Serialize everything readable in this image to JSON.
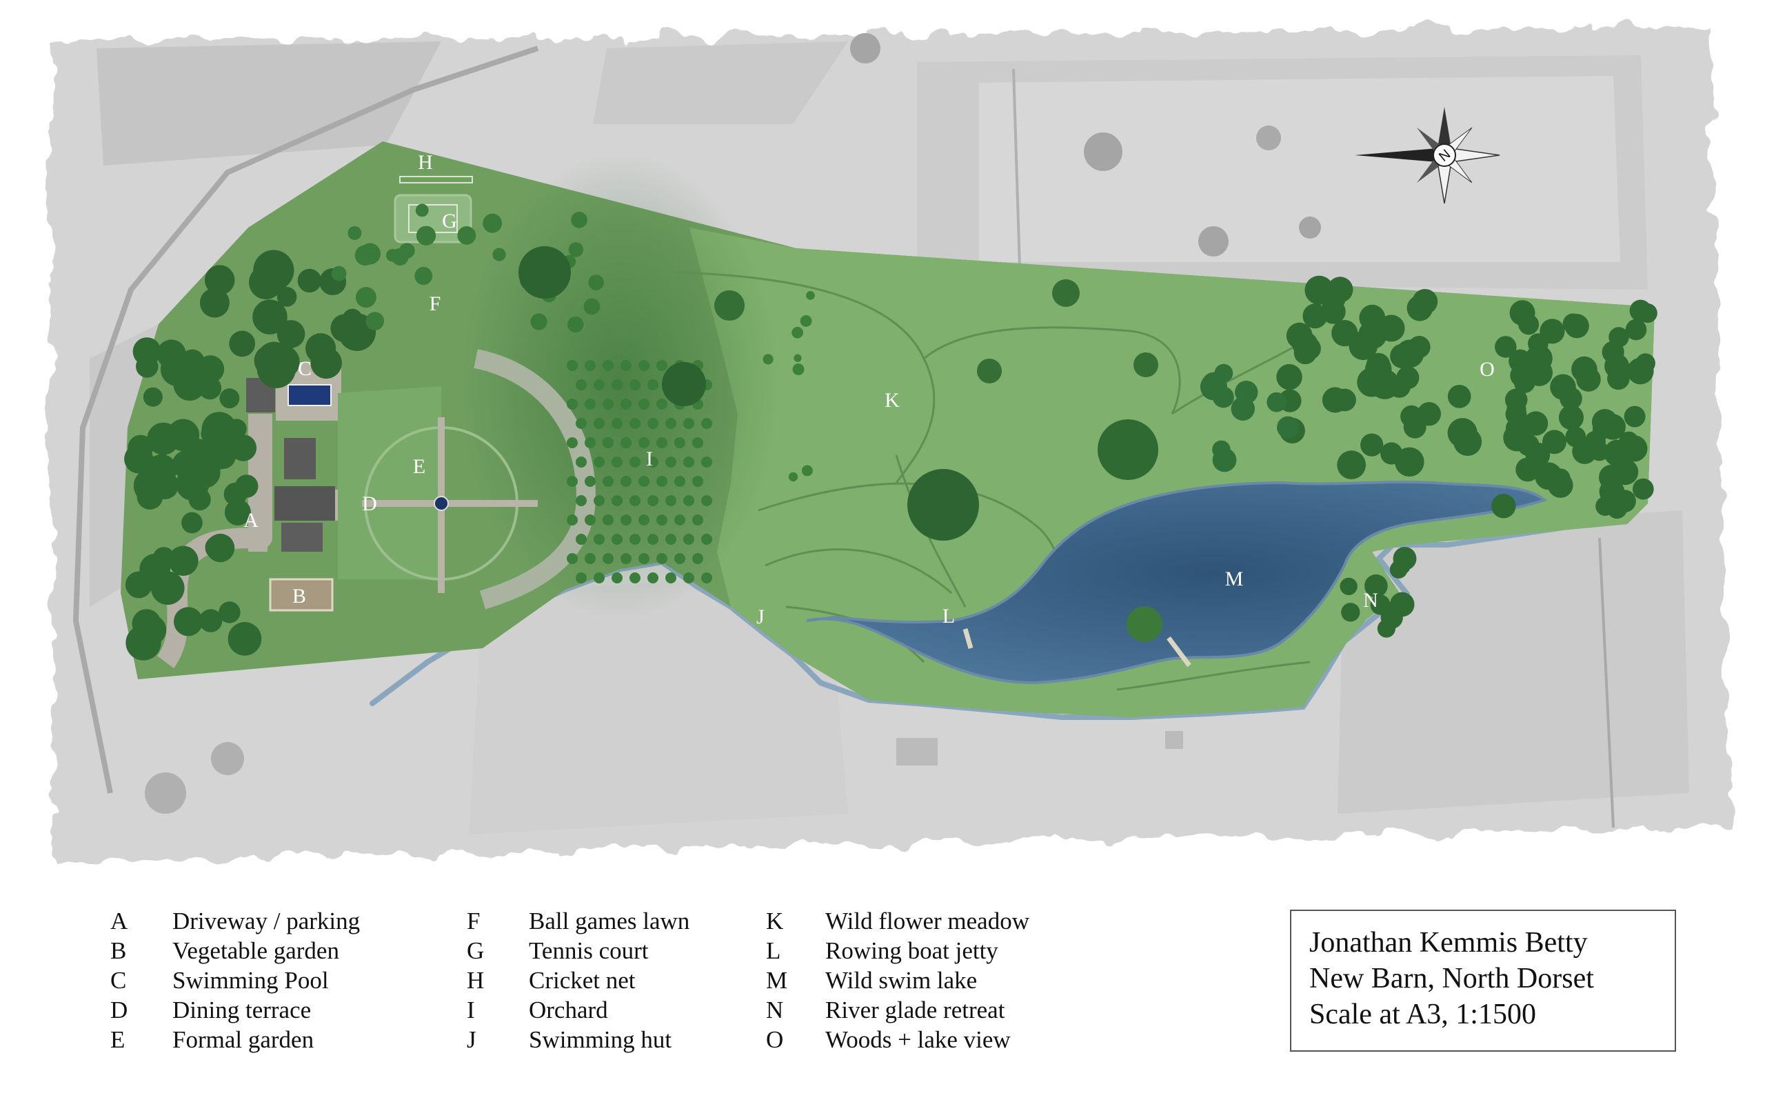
{
  "map": {
    "labels": {
      "A": "A",
      "B": "B",
      "C": "C",
      "D": "D",
      "E": "E",
      "F": "F",
      "G": "G",
      "H": "H",
      "I": "I",
      "J": "J",
      "K": "K",
      "L": "L",
      "M": "M",
      "N": "N",
      "O": "O"
    },
    "compass": {
      "needle_letter": "N"
    },
    "colors": {
      "site_green": "#6f9e5f",
      "meadow_green": "#7fb06d",
      "tree_dark": "#2f6a32",
      "lake_blue": "#3e6487",
      "path_gray": "#a4a49a",
      "aerial_gray": "#d6d6d6"
    }
  },
  "legend": {
    "columns": [
      [
        {
          "key": "A",
          "label": "Driveway / parking"
        },
        {
          "key": "B",
          "label": "Vegetable garden"
        },
        {
          "key": "C",
          "label": "Swimming Pool"
        },
        {
          "key": "D",
          "label": "Dining terrace"
        },
        {
          "key": "E",
          "label": "Formal garden"
        }
      ],
      [
        {
          "key": "F",
          "label": "Ball games lawn"
        },
        {
          "key": "G",
          "label": "Tennis court"
        },
        {
          "key": "H",
          "label": "Cricket net"
        },
        {
          "key": "I",
          "label": "Orchard"
        },
        {
          "key": "J",
          "label": "Swimming hut"
        }
      ],
      [
        {
          "key": "K",
          "label": "Wild flower meadow"
        },
        {
          "key": "L",
          "label": "Rowing boat jetty"
        },
        {
          "key": "M",
          "label": "Wild swim lake"
        },
        {
          "key": "N",
          "label": "River glade retreat"
        },
        {
          "key": "O",
          "label": "Woods + lake view"
        }
      ]
    ]
  },
  "titlebox": {
    "line1": "Jonathan Kemmis Betty",
    "line2": "New Barn, North Dorset",
    "line3": "Scale at A3, 1:1500"
  }
}
